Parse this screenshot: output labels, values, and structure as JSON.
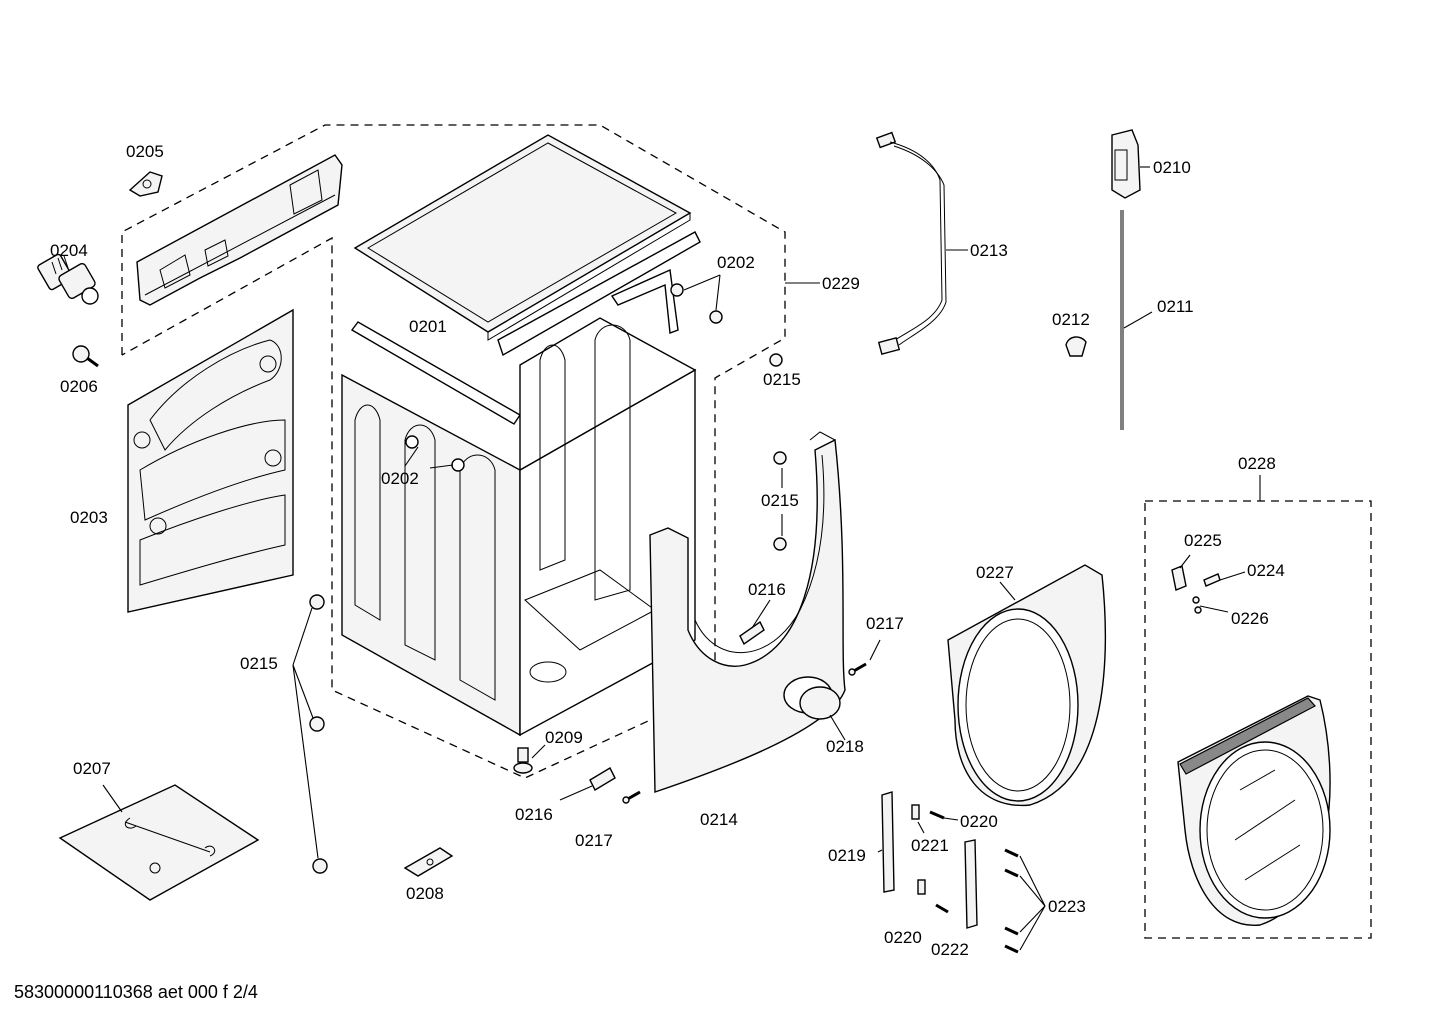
{
  "labels": {
    "l0201": "0201",
    "l0202a": "0202",
    "l0202b": "0202",
    "l0203": "0203",
    "l0204": "0204",
    "l0205": "0205",
    "l0206": "0206",
    "l0207": "0207",
    "l0208": "0208",
    "l0209": "0209",
    "l0210": "0210",
    "l0211": "0211",
    "l0212": "0212",
    "l0213": "0213",
    "l0214": "0214",
    "l0215a": "0215",
    "l0215b": "0215",
    "l0215c": "0215",
    "l0216a": "0216",
    "l0216b": "0216",
    "l0217a": "0217",
    "l0217b": "0217",
    "l0218": "0218",
    "l0219": "0219",
    "l0220a": "0220",
    "l0220b": "0220",
    "l0221": "0221",
    "l0222": "0222",
    "l0223": "0223",
    "l0224": "0224",
    "l0225": "0225",
    "l0226": "0226",
    "l0227": "0227",
    "l0228": "0228",
    "l0229": "0229"
  },
  "footer": {
    "document_code": "58300000110368 aet 000 f 2/4"
  }
}
